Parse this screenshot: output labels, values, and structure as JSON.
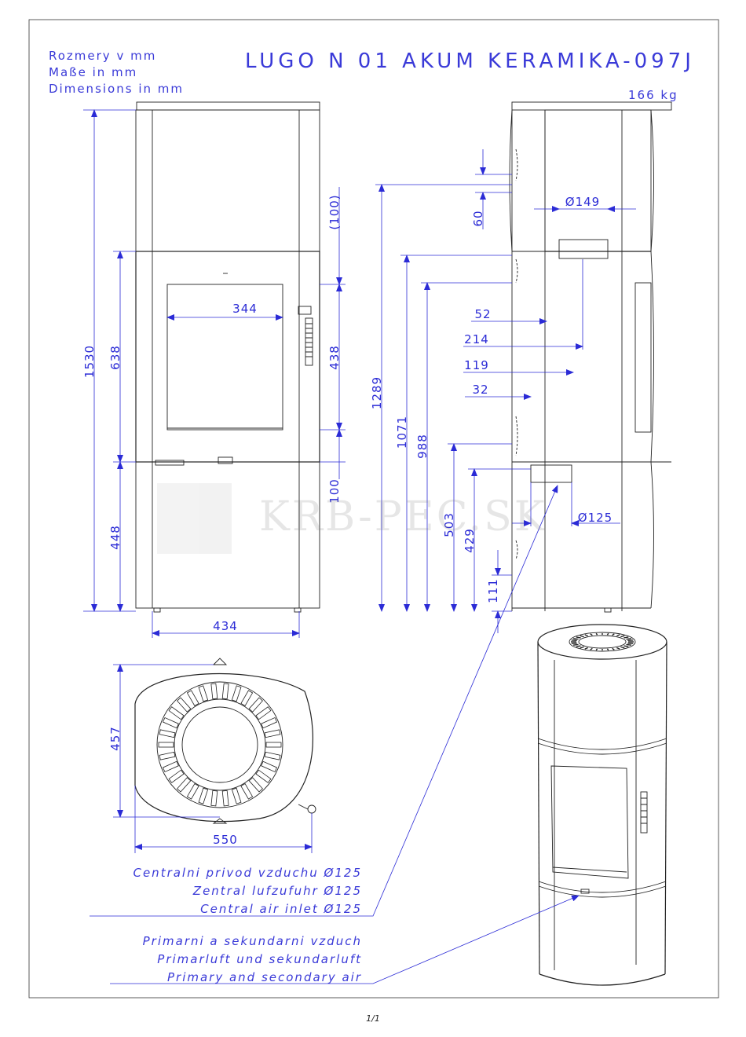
{
  "header": {
    "units_lines": [
      "Rozmery v mm",
      "Maße in mm",
      "Dimensions in mm"
    ],
    "title": "LUGO N 01 AKUM KERAMIKA-097J",
    "weight": "166 kg"
  },
  "dimensions": {
    "front": {
      "total_height": "1530",
      "middle_height": "638",
      "bottom_height": "448",
      "width": "434",
      "door_width": "344",
      "door_height": "438",
      "top_offset": "(100)",
      "bottom_offset": "100"
    },
    "side": {
      "h1": "1289",
      "h2": "1071",
      "h3": "988",
      "h4": "503",
      "h5": "429",
      "h6": "111",
      "flue_gap": "60",
      "flue_diameter": "Ø149",
      "d52": "52",
      "d214": "214",
      "d119": "119",
      "d32": "32",
      "air_diameter": "Ø125"
    },
    "top": {
      "depth": "457",
      "width": "550"
    }
  },
  "legend": {
    "central_air": [
      "Centralni privod vzduchu Ø125",
      "Zentral lufzufuhr Ø125",
      "Central air inlet Ø125"
    ],
    "primary_air": [
      "Primarni a sekundarni vzduch",
      "Primarluft und sekundarluft",
      "Primary and secondary air"
    ]
  },
  "watermark": "KRB-PEC.SK",
  "page_number": "1/1"
}
